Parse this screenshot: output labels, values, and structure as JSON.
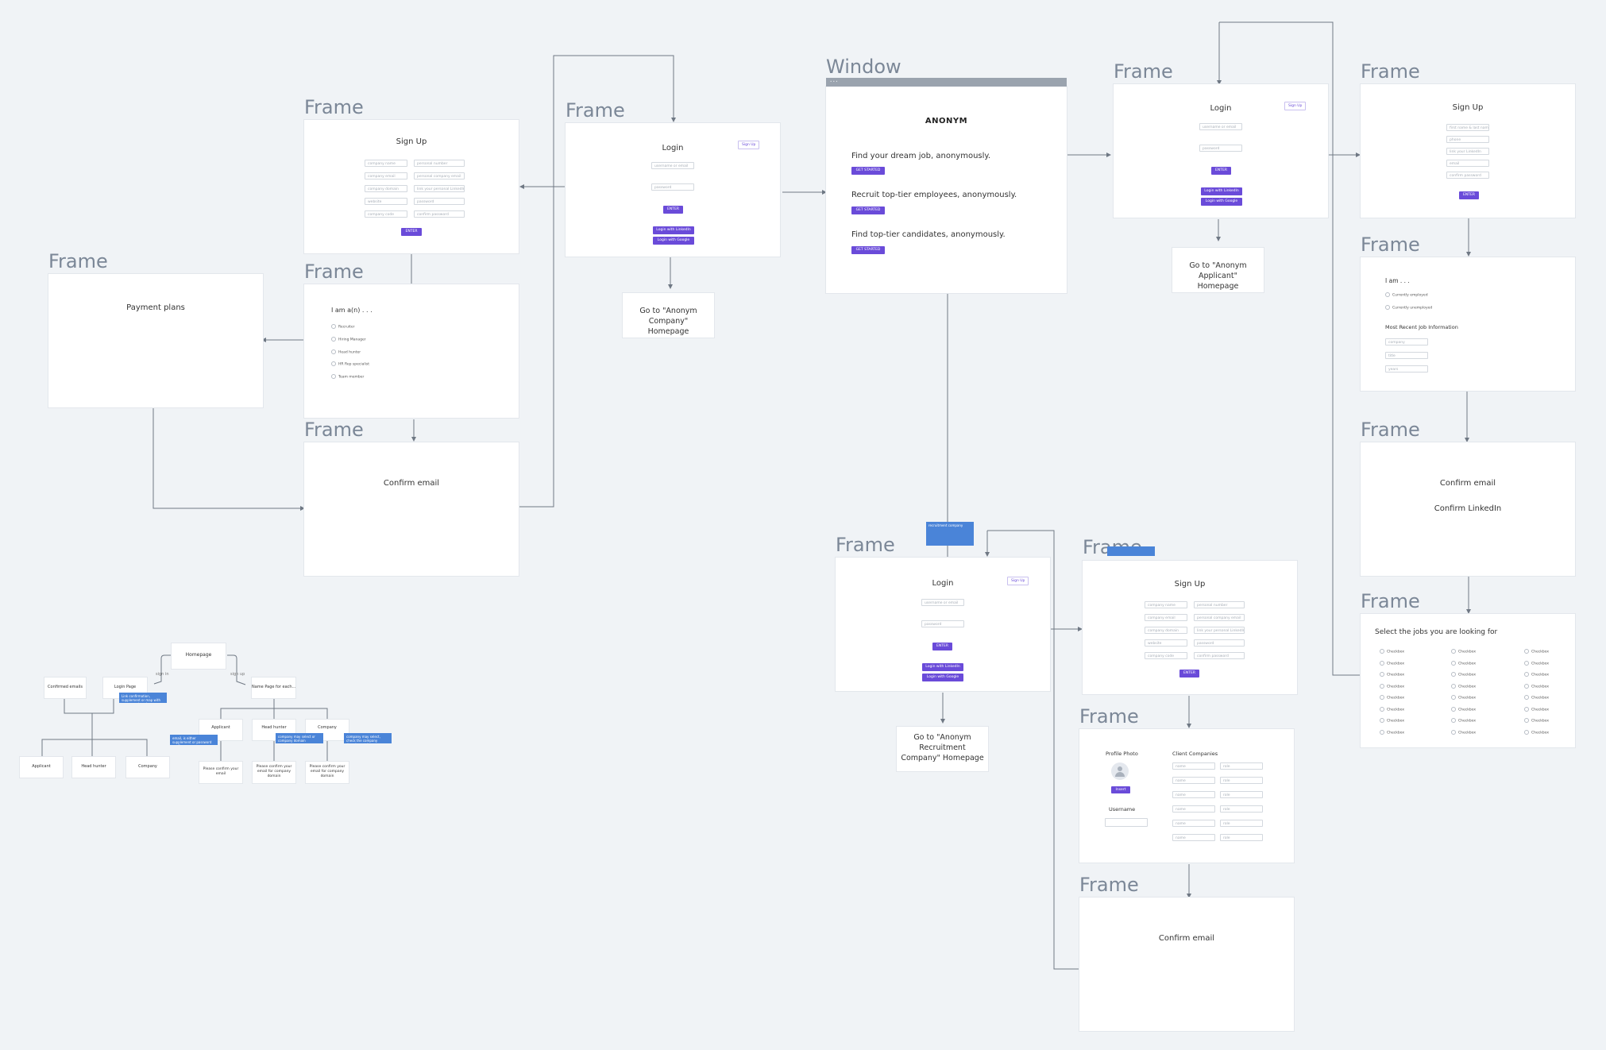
{
  "frames": {
    "signup1": {
      "title_tag": "Frame",
      "heading": "Sign Up",
      "fields_left": [
        "company name",
        "company email",
        "company domain",
        "website",
        "company code"
      ],
      "fields_right": [
        "personal number",
        "personal company email",
        "link your personal LinkedIn",
        "password",
        "confirm password"
      ],
      "enter": "ENTER"
    },
    "login1": {
      "title_tag": "Frame",
      "heading": "Login",
      "signup_button": "Sign Up",
      "username": "username or email",
      "password": "password",
      "enter": "ENTER",
      "linkedin": "Login with LinkedIn",
      "google": "Login with Google"
    },
    "window": {
      "title_tag": "Window",
      "brand": "ANONYM",
      "lines": [
        "Find your dream job, anonymously.",
        "Recruit top-tier employees, anonymously.",
        "Find top-tier candidates, anonymously."
      ],
      "cta": "GET STARTED"
    },
    "login2": {
      "title_tag": "Frame",
      "heading": "Login",
      "signup_button": "Sign Up",
      "username": "username or email",
      "password": "password",
      "enter": "ENTER",
      "linkedin": "Login with LinkedIn",
      "google": "Login with Google"
    },
    "signup2": {
      "title_tag": "Frame",
      "heading": "Sign Up",
      "fields": [
        "first name & last name",
        "phone",
        "link your LinkedIn",
        "email",
        "confirm password"
      ],
      "enter": "ENTER"
    },
    "payment": {
      "title_tag": "Frame",
      "heading": "Payment plans"
    },
    "iam": {
      "title_tag": "Frame",
      "heading": "I am a(n) . . .",
      "options": [
        "Recruiter",
        "Hiring Manager",
        "Head hunter",
        "HR Rep specialist",
        "Team member"
      ]
    },
    "confirm1": {
      "title_tag": "Frame",
      "text": "Confirm email"
    },
    "iam2": {
      "title_tag": "Frame",
      "heading": "I am . . .",
      "options": [
        "Currently employed",
        "Currently unemployed"
      ],
      "subheading": "Most Recent Job Information",
      "fields": [
        "company",
        "title",
        "years"
      ]
    },
    "confirm2": {
      "title_tag": "Frame",
      "line1": "Confirm email",
      "line2": "Confirm LinkedIn"
    },
    "jobs": {
      "title_tag": "Frame",
      "heading": "Select the jobs you are looking for",
      "checkbox_label": "Checkbox"
    },
    "login3": {
      "title_tag": "Frame",
      "heading": "Login",
      "signup_button": "Sign Up",
      "username": "username or email",
      "password": "password",
      "enter": "ENTER",
      "linkedin": "Login with LinkedIn",
      "google": "Login with Google"
    },
    "signup3": {
      "title_tag": "Frame",
      "heading": "Sign Up",
      "fields_left": [
        "company name",
        "company email",
        "company domain",
        "website",
        "company code"
      ],
      "fields_right": [
        "personal number",
        "personal company email",
        "link your personal LinkedIn",
        "password",
        "confirm password"
      ],
      "enter": "ENTER"
    },
    "profile": {
      "title_tag": "Frame",
      "photo_label": "Profile Photo",
      "upload": "Insert",
      "username_label": "Username",
      "clients_label": "Client Companies",
      "client_field_left": "name",
      "client_field_right": "role"
    },
    "confirm3": {
      "title_tag": "Frame",
      "text": "Confirm email"
    }
  },
  "destinations": {
    "company_home": "Go to \"Anonym Company\" Homepage",
    "applicant_home": "Go to \"Anonym Applicant\" Homepage",
    "recruitment_home": "Go to \"Anonym Recruitment Company\" Homepage"
  },
  "notes": {
    "recruitment_company": "recruitment company",
    "signup_frame_note": "",
    "map_note1": "Link confirmation, supplement or map with company domain",
    "map_note2": "email, is either supplement or password confirm",
    "map_note3": "company may select or company domain",
    "map_note4": "company may select, check the company domain match"
  },
  "sitemap": {
    "homepage": "Homepage",
    "sign_in": "sign in",
    "sign_up": "sign up",
    "confirmed_emails": "Confirmed emails",
    "login_page": "Login Page",
    "name_page": "Name Page for each...",
    "applicant": "Applicant",
    "head_hunter": "Head hunter",
    "company": "Company",
    "applicant2": "Applicant",
    "head_hunter2": "Head hunter",
    "company2": "Company",
    "confirm_a": "Please confirm your email",
    "confirm_b": "Please confirm your email for company domain",
    "confirm_c": "Please confirm your email for company domain"
  }
}
